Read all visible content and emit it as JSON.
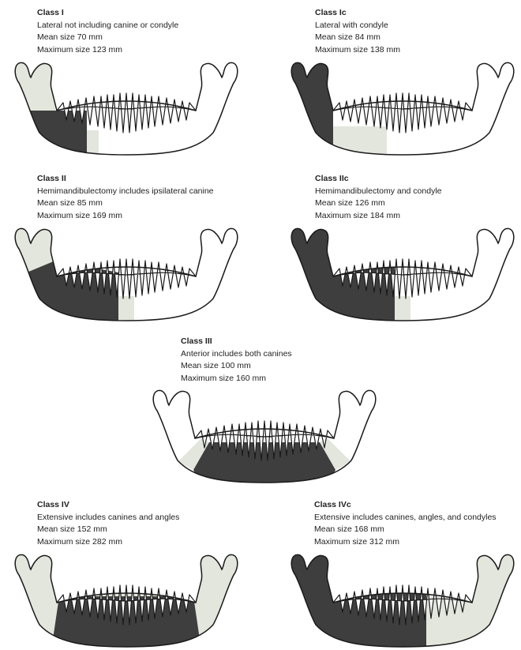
{
  "colors": {
    "dark": "#3e3e3e",
    "light": "#e2e6dc",
    "white": "#ffffff",
    "stroke": "#1a1a1a"
  },
  "classes": [
    {
      "title": "Class I",
      "description": "Lateral not including canine or condyle",
      "mean": "Mean size 70 mm",
      "max": "Maximum size 123 mm"
    },
    {
      "title": "Class Ic",
      "description": "Lateral with condyle",
      "mean": "Mean size 84 mm",
      "max": "Maximum size 138 mm"
    },
    {
      "title": "Class II",
      "description": "Hemimandibulectomy includes ipsilateral canine",
      "mean": "Mean size 85 mm",
      "max": "Maximum size 169 mm"
    },
    {
      "title": "Class IIc",
      "description": "Hemimandibulectomy and condyle",
      "mean": "Mean size 126 mm",
      "max": "Maximum size 184 mm"
    },
    {
      "title": "Class III",
      "description": "Anterior includes both canines",
      "mean": "Mean size 100 mm",
      "max": "Maximum size 160 mm"
    },
    {
      "title": "Class IV",
      "description": "Extensive includes canines and angles",
      "mean": "Mean size 152 mm",
      "max": "Maximum size 282 mm"
    },
    {
      "title": "Class IVc",
      "description": "Extensive includes canines, angles, and condyles",
      "mean": "Mean size 168 mm",
      "max": "Maximum size 312 mm"
    }
  ]
}
